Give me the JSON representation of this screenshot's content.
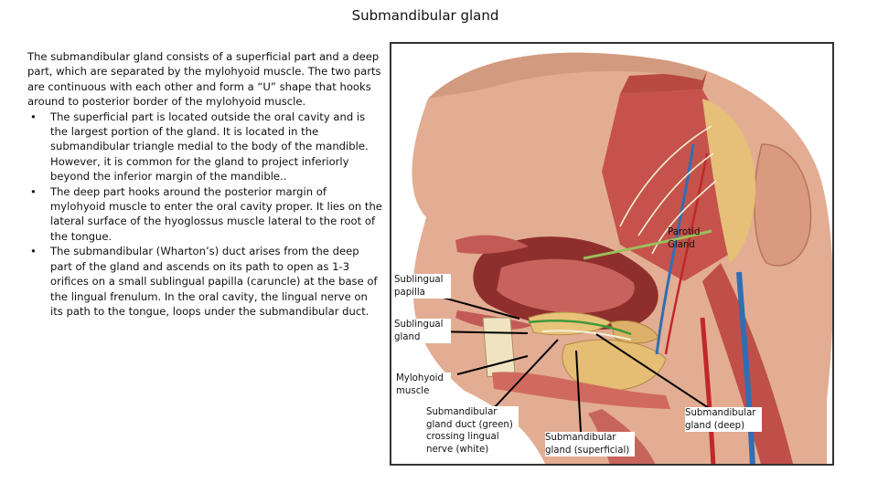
{
  "title": "Submandibular gland",
  "intro": "The submandibular gland consists of a superficial part and a deep part, which are separated by the mylohyoid muscle. The two parts are continuous with each other and form a “U” shape that hooks around to posterior border of the mylohyoid muscle.",
  "bullets": [
    {
      "marker": "•",
      "text": "The superficial part is located outside the oral cavity and is the largest portion of the gland. It is located in the submandibular triangle medial to the body of the mandible. However, it is common for the gland to project inferiorly beyond the inferior margin of the mandible.."
    },
    {
      "marker": "•",
      "text": "The deep part hooks around the posterior margin of mylohyoid muscle to enter the oral cavity proper. It lies on the lateral surface of the hyoglossus muscle lateral to the root of the tongue."
    },
    {
      "marker": "•",
      "text": "The submandibular (Wharton’s) duct arises from the deep part of the gland and ascends on its path to open as 1-3 orifices on a small sublingual papilla (caruncle) at the base of the lingual frenulum. In the oral cavity, the lingual nerve on its path to the tongue, loops under the submandibular duct."
    }
  ],
  "labels": {
    "parotid": [
      "Parotid",
      "Gland"
    ],
    "sublingual_papilla": [
      "Sublingual",
      "papilla"
    ],
    "sublingual_gland": [
      "Sublingual",
      "gland"
    ],
    "mylohyoid": [
      "Mylohyoid",
      "muscle"
    ],
    "duct": [
      "Submandibular",
      "gland duct (green)",
      "crossing lingual",
      "nerve (white)"
    ],
    "superficial": [
      "Submandibular",
      "gland (superficial)"
    ],
    "deep": [
      "Submandibular",
      "gland (deep)"
    ]
  },
  "colors": {
    "skin": "#e6b49a",
    "muscle": "#c9524a",
    "gland": "#e8c37a",
    "nerve": "#f2f0d8",
    "vein": "#2f6fb5",
    "artery": "#c0282a",
    "duct": "#3f9a3a"
  }
}
